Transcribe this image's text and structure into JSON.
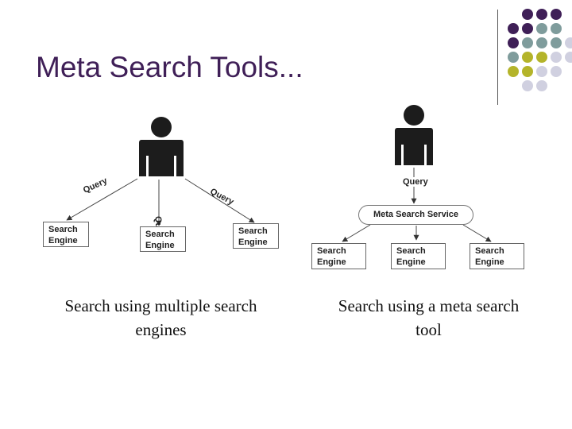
{
  "slide": {
    "title": "Meta Search Tools...",
    "accent_colors": {
      "purple": "#3f1f57",
      "teal": "#7f9c9c",
      "olive": "#b4b42a",
      "lavender": "#d0d0e0"
    }
  },
  "left_diagram": {
    "icon": "person-icon",
    "query_label": "Query",
    "engine_line1": "Search",
    "engine_line2": "Engine"
  },
  "right_diagram": {
    "icon": "person-icon",
    "query_label": "Query",
    "service_label": "Meta Search Service",
    "engine_line1": "Search",
    "engine_line2": "Engine"
  },
  "captions": {
    "left": [
      "Search using multiple search",
      "engines"
    ],
    "right": [
      "Search using a meta search",
      "tool"
    ]
  }
}
